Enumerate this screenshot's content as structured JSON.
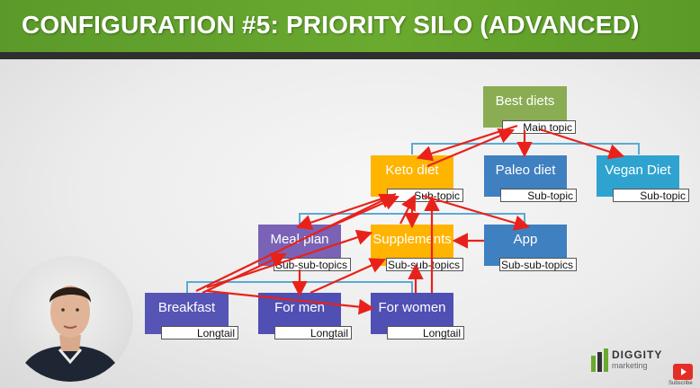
{
  "banner": {
    "title": "CONFIGURATION #5: PRIORITY SILO (ADVANCED)"
  },
  "colors": {
    "banner_green": "#6aaa2f",
    "root": "#8aac53",
    "topic_orange": "#ffb400",
    "blue": "#3f80c0",
    "vegan": "#2fa3d0",
    "meal_plan": "#7a63b6",
    "longtail": "#4f4fb4",
    "arrow": "#e8221b",
    "connector": "#5aaad6"
  },
  "nodes": [
    {
      "id": "best",
      "label": "Best diets",
      "tag": "Main topic",
      "color": "#8aac53"
    },
    {
      "id": "keto",
      "label": "Keto diet",
      "tag": "Sub-topic",
      "color": "#ffb400"
    },
    {
      "id": "paleo",
      "label": "Paleo diet",
      "tag": "Sub-topic",
      "color": "#3f80c0"
    },
    {
      "id": "vegan",
      "label": "Vegan Diet",
      "tag": "Sub-topic",
      "color": "#2fa3d0"
    },
    {
      "id": "meal",
      "label": "Meal plan",
      "tag": "Sub-sub-topics",
      "color": "#7a63b6"
    },
    {
      "id": "supp",
      "label": "Supplements",
      "tag": "Sub-sub-topics",
      "color": "#ffb400"
    },
    {
      "id": "app",
      "label": "App",
      "tag": "Sub-sub-topics",
      "color": "#3f80c0"
    },
    {
      "id": "breakfast",
      "label": "Breakfast",
      "tag": "Longtail",
      "color": "#5654b4"
    },
    {
      "id": "formen",
      "label": "For men",
      "tag": "Longtail",
      "color": "#4f4fb4"
    },
    {
      "id": "forwomen",
      "label": "For women",
      "tag": "Longtail",
      "color": "#4f4fb4"
    }
  ],
  "logo": {
    "name": "DIGGITY",
    "sub": "marketing"
  },
  "subscribe": {
    "label": "Subscribe"
  }
}
